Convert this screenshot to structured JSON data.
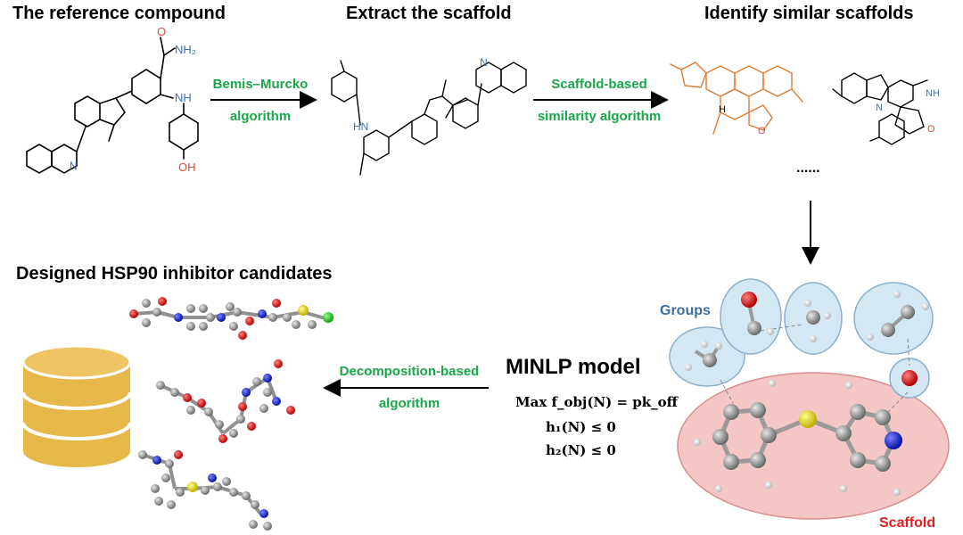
{
  "headings": {
    "reference": "The reference compound",
    "extract": "Extract the scaffold",
    "identify": "Identify similar scaffolds",
    "designed": "Designed HSP90 inhibitor candidates",
    "minlp": "MINLP model"
  },
  "arrow_labels": {
    "bm_line1": "Bemis–Murcko",
    "bm_line2": "algorithm",
    "sb_line1": "Scaffold-based",
    "sb_line2": "similarity algorithm",
    "dec_line1": "Decomposition-based",
    "dec_line2": "algorithm"
  },
  "minlp": {
    "objective": "Max  f_obj(N) = pk_off",
    "c1": "h₁(N) ≤ 0",
    "c2": "h₂(N) ≤ 0"
  },
  "ellipsis": "......",
  "scaffold_labels": {
    "groups": "Groups",
    "scaffold": "Scaffold"
  },
  "atom_labels": {
    "nh2": "NH₂",
    "o": "O",
    "nh": "NH",
    "oh": "OH",
    "n": "N",
    "h": "H",
    "hn": "HN"
  },
  "colors": {
    "green_text": "#1aa64a",
    "red_text": "#e02020",
    "blue_text": "#3a6ea5",
    "scaffold_fill": "#f4c6c6",
    "group_fill": "#d4e8f4",
    "database_fill": "#e6b84a",
    "oxygen": "#d94a3a",
    "nitrogen": "#3a72b8",
    "carbon_orange": "#e07a30"
  }
}
